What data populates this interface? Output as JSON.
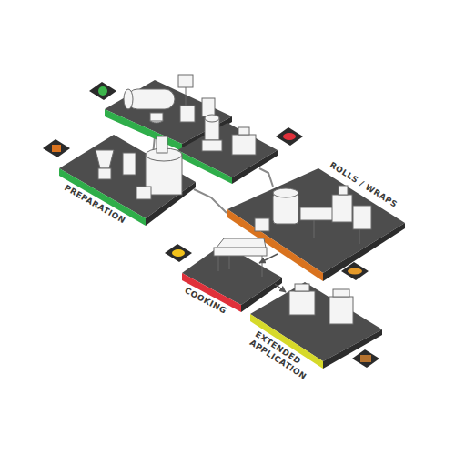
{
  "diagram": {
    "nodes": [
      {
        "text": [
          "PREPARATION"
        ]
      },
      {
        "text": [
          "ROLLS / WRAPS"
        ]
      },
      {
        "text": [
          "COOKING"
        ]
      },
      {
        "text": [
          "EXTENDED APPLICATION"
        ]
      }
    ],
    "edges": [
      {
        "from": 0,
        "to": 1,
        "arrow": "none"
      },
      {
        "from": 1,
        "to": 2,
        "arrow": "to"
      },
      {
        "from": 2,
        "to": 3,
        "arrow": "to"
      }
    ]
  }
}
